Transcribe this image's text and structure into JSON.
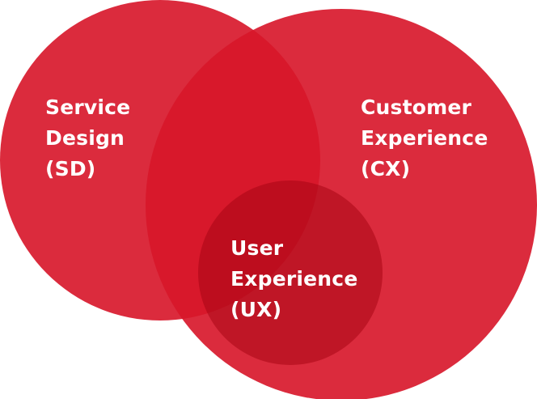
{
  "diagram": {
    "type": "venn",
    "colors": {
      "background": "#ffffff",
      "circle_fill": "#d7162a",
      "text": "#ffffff"
    },
    "sets": [
      {
        "id": "sd",
        "lines": [
          "Service",
          "Design",
          "(SD)"
        ]
      },
      {
        "id": "cx",
        "lines": [
          "Customer",
          "Experience",
          "(CX)"
        ]
      },
      {
        "id": "ux",
        "lines": [
          "User",
          "Experience",
          "(UX)"
        ]
      }
    ]
  }
}
